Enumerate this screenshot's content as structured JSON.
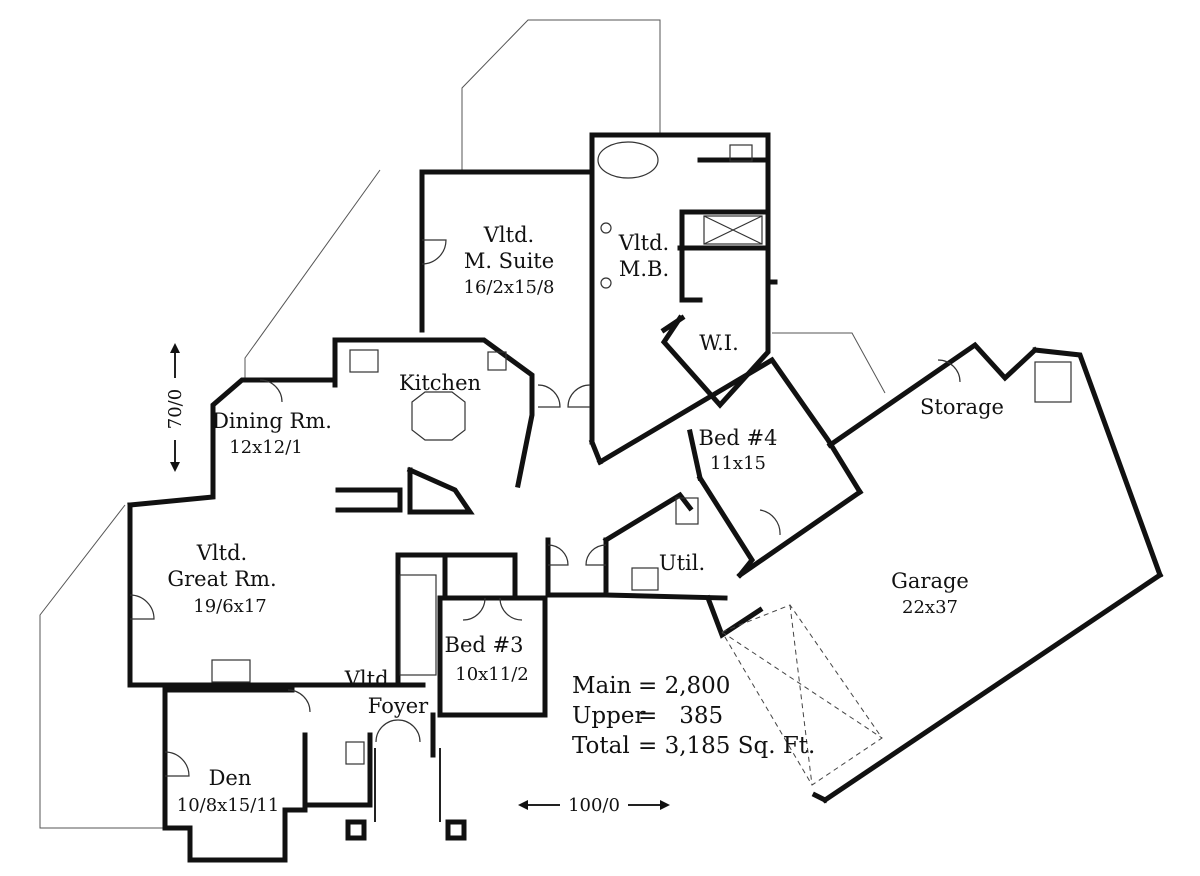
{
  "rooms": {
    "master_suite": {
      "l1": "Vltd.",
      "l2": "M. Suite",
      "dim": "16/2x15/8"
    },
    "master_bath": {
      "l1": "Vltd.",
      "l2": "M.B."
    },
    "walk_in": {
      "name": "W.I."
    },
    "kitchen": {
      "name": "Kitchen"
    },
    "dining": {
      "name": "Dining Rm.",
      "dim": "12x12/1"
    },
    "great_room": {
      "l1": "Vltd.",
      "l2": "Great Rm.",
      "dim": "19/6x17"
    },
    "bed4": {
      "name": "Bed #4",
      "dim": "11x15"
    },
    "storage": {
      "name": "Storage"
    },
    "utility": {
      "name": "Util."
    },
    "garage": {
      "name": "Garage",
      "dim": "22x37"
    },
    "bed3": {
      "name": "Bed #3",
      "dim": "10x11/2"
    },
    "foyer": {
      "l1": "Vltd.",
      "l2": "Foyer"
    },
    "den": {
      "name": "Den",
      "dim": "10/8x15/11"
    }
  },
  "area": {
    "main_label": "Main",
    "main_value": "= 2,800",
    "upper_label": "Upper",
    "upper_value": "=   385",
    "total_label": "Total",
    "total_value": "= 3,185 Sq. Ft."
  },
  "dimensions": {
    "width": "100/0",
    "depth": "70/0"
  }
}
